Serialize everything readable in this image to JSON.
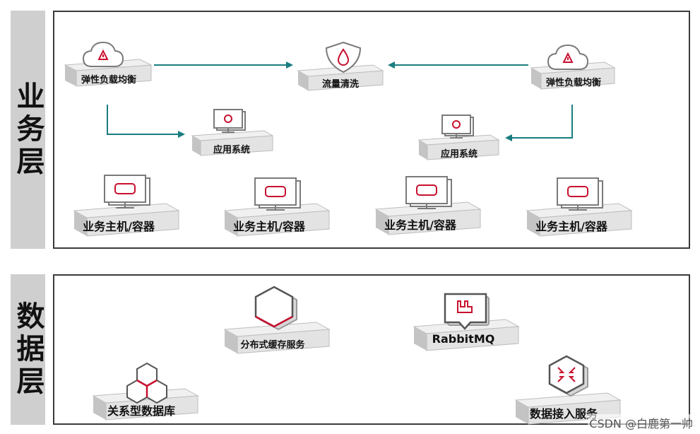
{
  "layers": {
    "business": {
      "label": "业务层"
    },
    "data": {
      "label": "数据层"
    }
  },
  "nodes": {
    "elb_left": "弹性负载均衡",
    "traffic_clean": "流量清洗",
    "elb_right": "弹性负载均衡",
    "app_left": "应用系统",
    "app_right": "应用系统",
    "host1": "业务主机/容器",
    "host2": "业务主机/容器",
    "host3": "业务主机/容器",
    "host4": "业务主机/容器",
    "cache": "分布式缓存服务",
    "rabbitmq": "RabbitMQ",
    "rdb": "关系型数据库",
    "ingest": "数据接入服务"
  },
  "watermark": "CSDN @白鹿第一帅",
  "colors": {
    "arrow": "#1a7d80",
    "accent": "#c8102e",
    "platform_top": "#ededed",
    "platform_side": "#c9c9c9",
    "band": "#cfcfcf"
  }
}
